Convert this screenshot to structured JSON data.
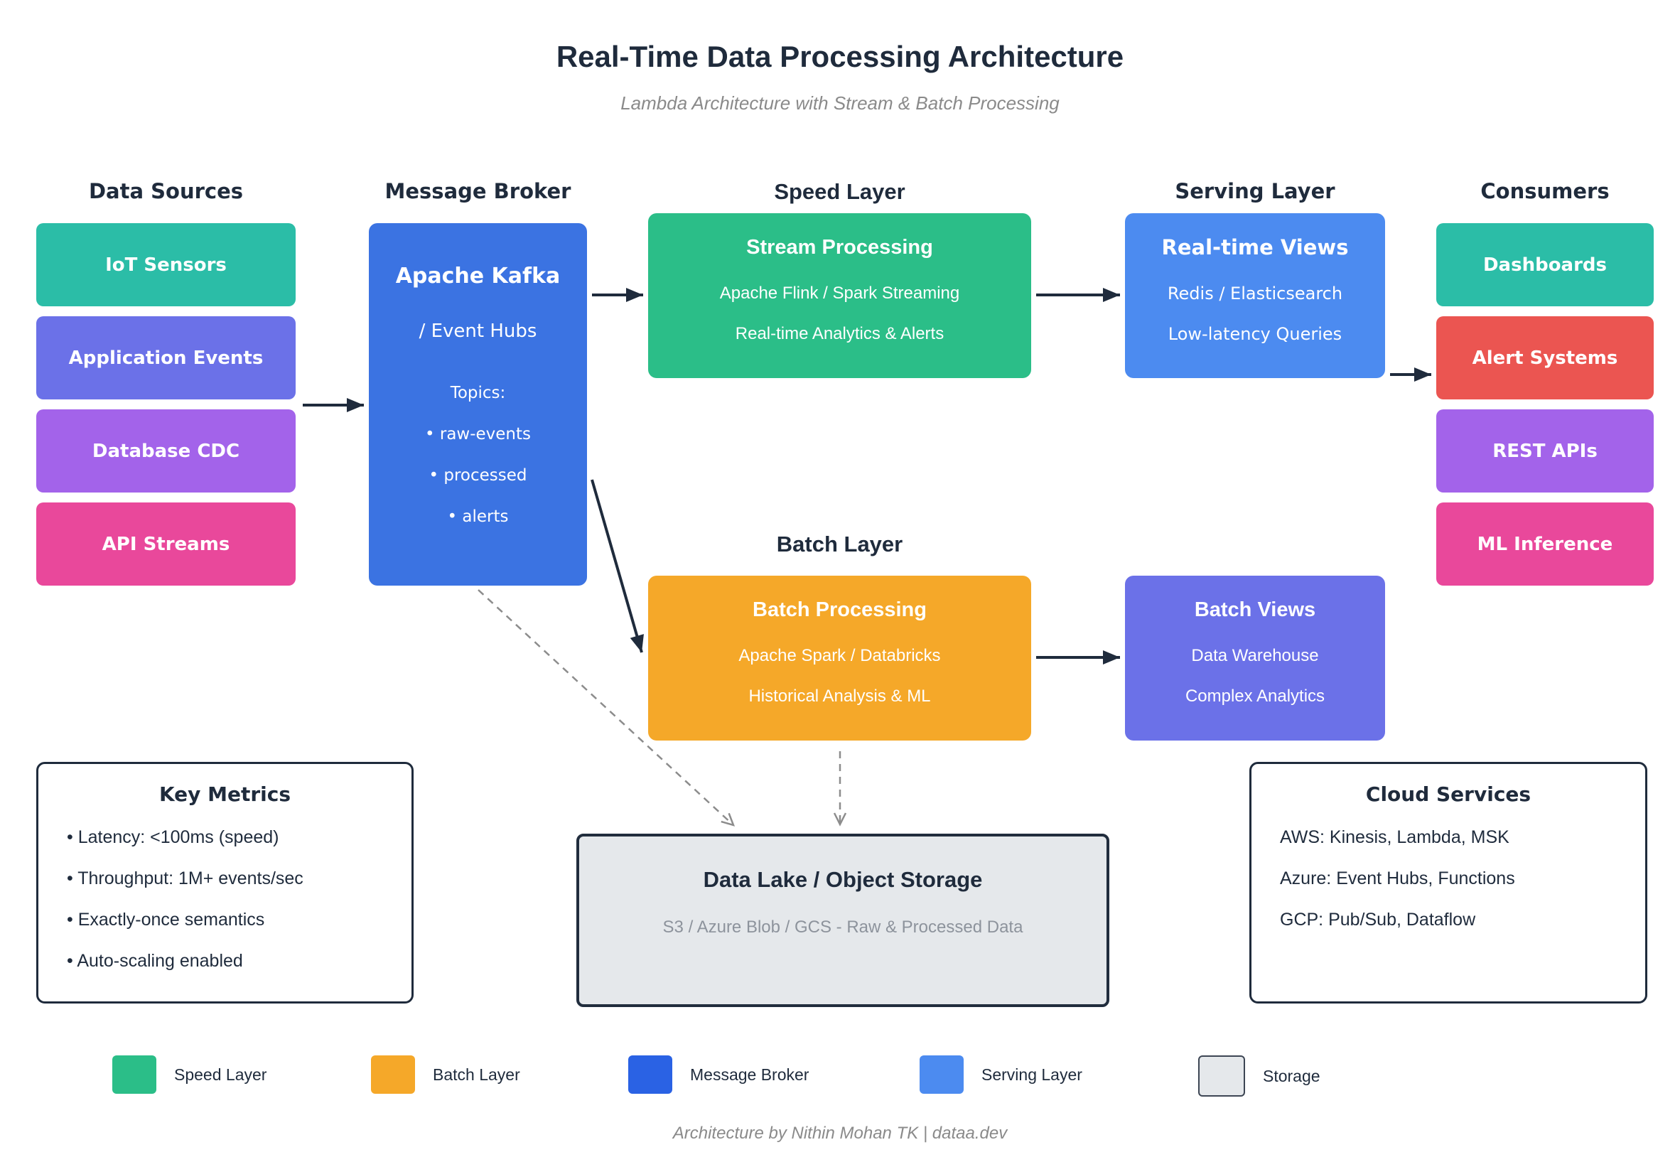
{
  "title": "Real-Time Data Processing Architecture",
  "subtitle": "Lambda Architecture with Stream & Batch Processing",
  "footer": "Architecture by Nithin Mohan TK | dataa.dev",
  "colors": {
    "ink": "#1f2b3c",
    "teal": "#2bbda7",
    "indigo": "#6b71e8",
    "purple": "#a363ea",
    "pink": "#e9489b",
    "red": "#eb5551",
    "kafka_blue": "#3b73e2",
    "broker_blue": "#2a62e4",
    "serving_blue": "#4c8bf0",
    "green": "#2bbe88",
    "orange": "#f5a829",
    "storage_bg": "#e5e8eb",
    "storage_border": "#3d4654",
    "lake_border": "#212d3d",
    "arrow_gray": "#8c8c8c",
    "muted_gray": "#8a8a8a"
  },
  "sections": {
    "data_sources": {
      "header": "Data Sources",
      "items": [
        {
          "label": "IoT Sensors",
          "color": "teal"
        },
        {
          "label": "Application Events",
          "color": "indigo"
        },
        {
          "label": "Database CDC",
          "color": "purple"
        },
        {
          "label": "API Streams",
          "color": "pink"
        }
      ]
    },
    "message_broker": {
      "header": "Message Broker",
      "title": "Apache Kafka",
      "subtitle": "/ Event Hubs",
      "topics_label": "Topics:",
      "topics": [
        "• raw-events",
        "• processed",
        "• alerts"
      ]
    },
    "speed_layer": {
      "header": "Speed Layer",
      "title": "Stream Processing",
      "lines": [
        "Apache Flink / Spark Streaming",
        "Real-time Analytics & Alerts"
      ]
    },
    "serving_layer": {
      "header": "Serving Layer",
      "title": "Real-time Views",
      "lines": [
        "Redis / Elasticsearch",
        "Low-latency Queries"
      ]
    },
    "consumers": {
      "header": "Consumers",
      "items": [
        {
          "label": "Dashboards",
          "color": "teal"
        },
        {
          "label": "Alert Systems",
          "color": "red"
        },
        {
          "label": "REST APIs",
          "color": "purple"
        },
        {
          "label": "ML Inference",
          "color": "pink"
        }
      ]
    },
    "batch_layer": {
      "header": "Batch Layer",
      "title": "Batch Processing",
      "lines": [
        "Apache Spark / Databricks",
        "Historical Analysis & ML"
      ]
    },
    "batch_views": {
      "title": "Batch Views",
      "lines": [
        "Data Warehouse",
        "Complex Analytics"
      ]
    },
    "key_metrics": {
      "title": "Key Metrics",
      "items": [
        "• Latency: <100ms (speed)",
        "• Throughput: 1M+ events/sec",
        "• Exactly-once semantics",
        "• Auto-scaling enabled"
      ]
    },
    "data_lake": {
      "title": "Data Lake / Object Storage",
      "subtitle": "S3 / Azure Blob / GCS - Raw & Processed Data"
    },
    "cloud_services": {
      "title": "Cloud Services",
      "items": [
        "AWS: Kinesis, Lambda, MSK",
        "Azure: Event Hubs, Functions",
        "GCP: Pub/Sub, Dataflow"
      ]
    }
  },
  "legend": {
    "items": [
      {
        "label": "Speed Layer",
        "color": "green"
      },
      {
        "label": "Batch Layer",
        "color": "orange"
      },
      {
        "label": "Message Broker",
        "color": "broker_blue"
      },
      {
        "label": "Serving Layer",
        "color": "serving_blue"
      },
      {
        "label": "Storage",
        "color": "storage_bg"
      }
    ]
  },
  "edges": [
    {
      "from": "data-sources",
      "to": "apache-kafka",
      "style": "solid"
    },
    {
      "from": "apache-kafka",
      "to": "stream-processing",
      "style": "solid"
    },
    {
      "from": "stream-processing",
      "to": "real-time-views",
      "style": "solid"
    },
    {
      "from": "real-time-views",
      "to": "alert-systems",
      "style": "solid"
    },
    {
      "from": "apache-kafka",
      "to": "batch-processing",
      "style": "solid"
    },
    {
      "from": "batch-processing",
      "to": "batch-views",
      "style": "solid"
    },
    {
      "from": "apache-kafka",
      "to": "data-lake",
      "style": "dashed"
    },
    {
      "from": "batch-processing",
      "to": "data-lake",
      "style": "dashed"
    }
  ]
}
